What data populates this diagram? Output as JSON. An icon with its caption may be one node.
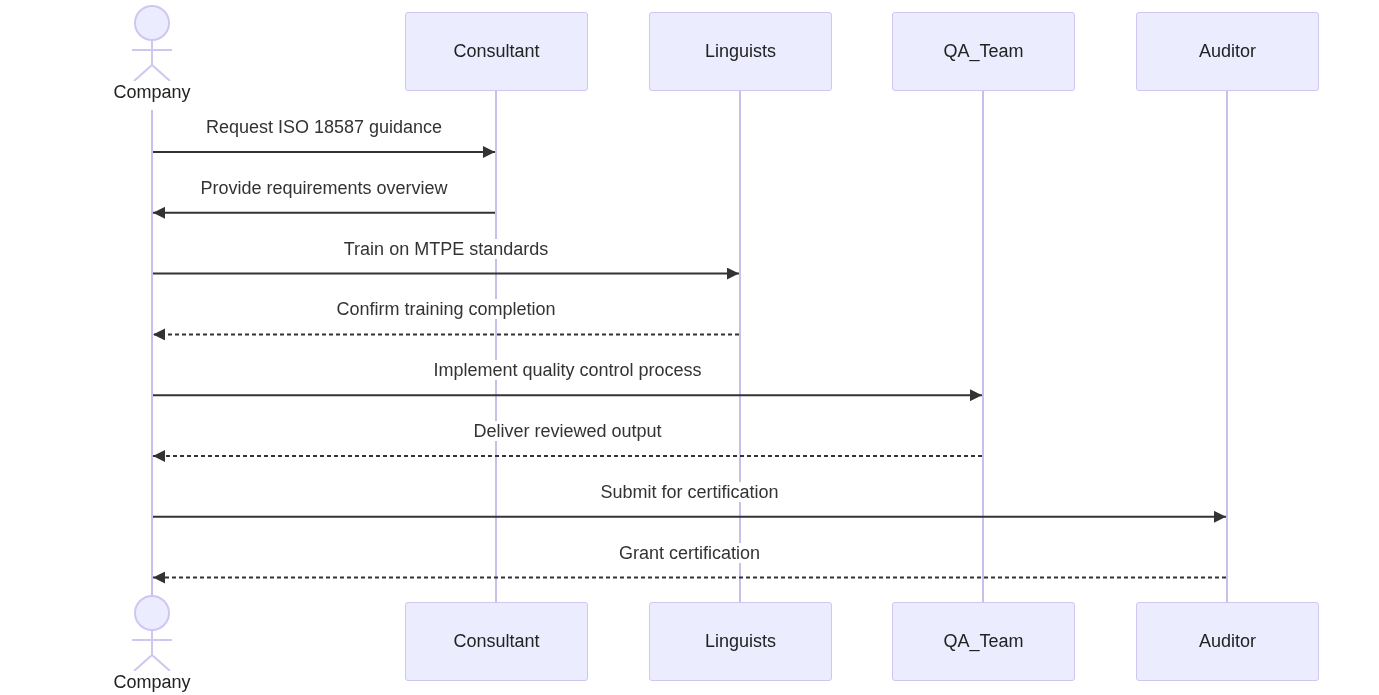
{
  "diagram": {
    "nodes": [
      {
        "text": [
          "Company"
        ]
      },
      {
        "text": [
          "Consultant"
        ]
      },
      {
        "text": [
          "Linguists"
        ]
      },
      {
        "text": [
          "QA_Team"
        ]
      },
      {
        "text": [
          "Auditor"
        ]
      },
      {
        "text": [],
        "shape": "bar"
      },
      {
        "text": [],
        "shape": "bar"
      },
      {
        "text": [],
        "shape": "bar"
      },
      {
        "text": [],
        "shape": "bar"
      },
      {
        "text": [],
        "shape": "bar"
      },
      {
        "text": [
          "Company"
        ]
      },
      {
        "text": [
          "Consultant"
        ]
      },
      {
        "text": [
          "Linguists"
        ]
      },
      {
        "text": [
          "QA_Team"
        ]
      },
      {
        "text": [
          "Auditor"
        ]
      }
    ],
    "edges": [
      {
        "from": 5,
        "to": 6,
        "arrow": "to",
        "label": "Request ISO 18587 guidance"
      },
      {
        "from": 6,
        "to": 5,
        "arrow": "to",
        "label": "Provide requirements overview"
      },
      {
        "from": 5,
        "to": 7,
        "arrow": "to",
        "label": "Train on MTPE standards"
      },
      {
        "from": 7,
        "to": 5,
        "arrow": "to",
        "label": "Confirm training completion",
        "style": "dashed"
      },
      {
        "from": 5,
        "to": 8,
        "arrow": "to",
        "label": "Implement quality control process"
      },
      {
        "from": 8,
        "to": 5,
        "arrow": "to",
        "label": "Deliver reviewed output",
        "style": "dashed"
      },
      {
        "from": 5,
        "to": 9,
        "arrow": "to",
        "label": "Submit for certification"
      },
      {
        "from": 9,
        "to": 5,
        "arrow": "to",
        "label": "Grant certification",
        "style": "dashed"
      }
    ]
  }
}
